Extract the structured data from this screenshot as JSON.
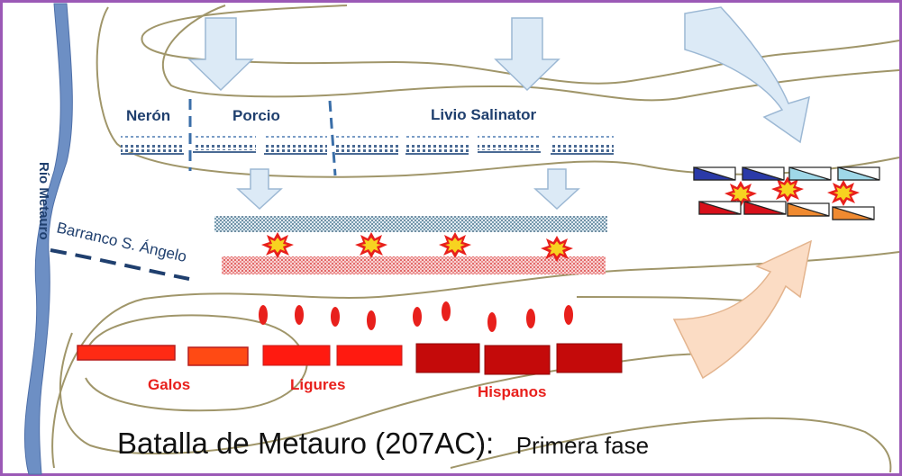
{
  "title": {
    "main": "Batalla de Metauro  (207AC):",
    "sub": "Primera fase"
  },
  "labels": {
    "river": "Río Metauro",
    "ravine": "Barranco S. Ángelo"
  },
  "roman_commanders": [
    "Nerón",
    "Porcio",
    "Livio Salinator"
  ],
  "carthaginian_troops": [
    "Galos",
    "Ligures",
    "Hispanos"
  ],
  "colors": {
    "frame": "#9b59b6",
    "river": "#6d8fc4",
    "terrain_line": "#a0966a",
    "roman_text": "#1f3f6e",
    "enemy_text": "#e8201c",
    "arrow_fill": "#dceaf6",
    "arrow_stroke": "#9cb8d4",
    "orange_arrow_fill": "#fbdcc4",
    "gallic_unit": "#ff2a14",
    "hispanic_unit": "#c40a0a"
  }
}
